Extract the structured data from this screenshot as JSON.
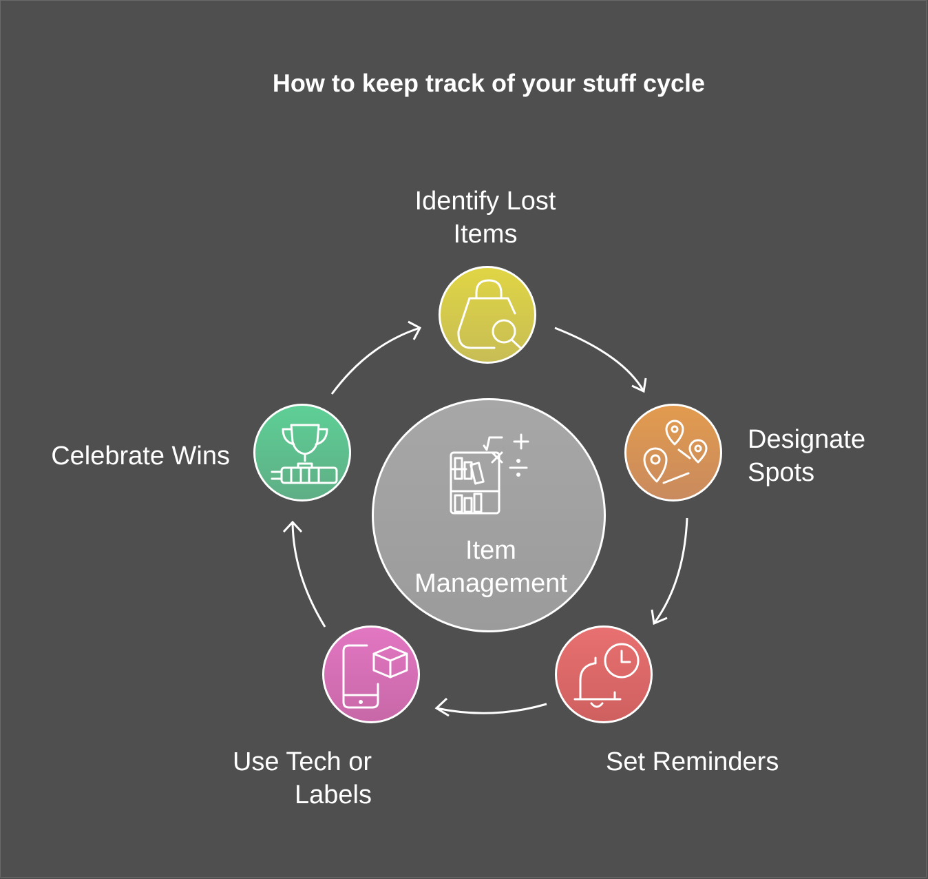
{
  "title": "How to keep track of your stuff cycle",
  "center": {
    "label_line1": "Item",
    "label_line2": "Management",
    "icon": "bookshelf-math-icon",
    "color": "#a3a3a3"
  },
  "steps": [
    {
      "label_line1": "Identify Lost",
      "label_line2": "Items",
      "icon": "shopping-bag-search-icon",
      "color": "#d4c84a"
    },
    {
      "label_line1": "Designate",
      "label_line2": "Spots",
      "icon": "location-pins-icon",
      "color": "#d98f4c"
    },
    {
      "label_line1": "Set Reminders",
      "label_line2": "",
      "icon": "bell-clock-icon",
      "color": "#dc6a6a"
    },
    {
      "label_line1": "Use Tech or",
      "label_line2": "Labels",
      "icon": "phone-box-icon",
      "color": "#d96fb8"
    },
    {
      "label_line1": "Celebrate Wins",
      "label_line2": "",
      "icon": "trophy-books-icon",
      "color": "#5cbf8c"
    }
  ]
}
